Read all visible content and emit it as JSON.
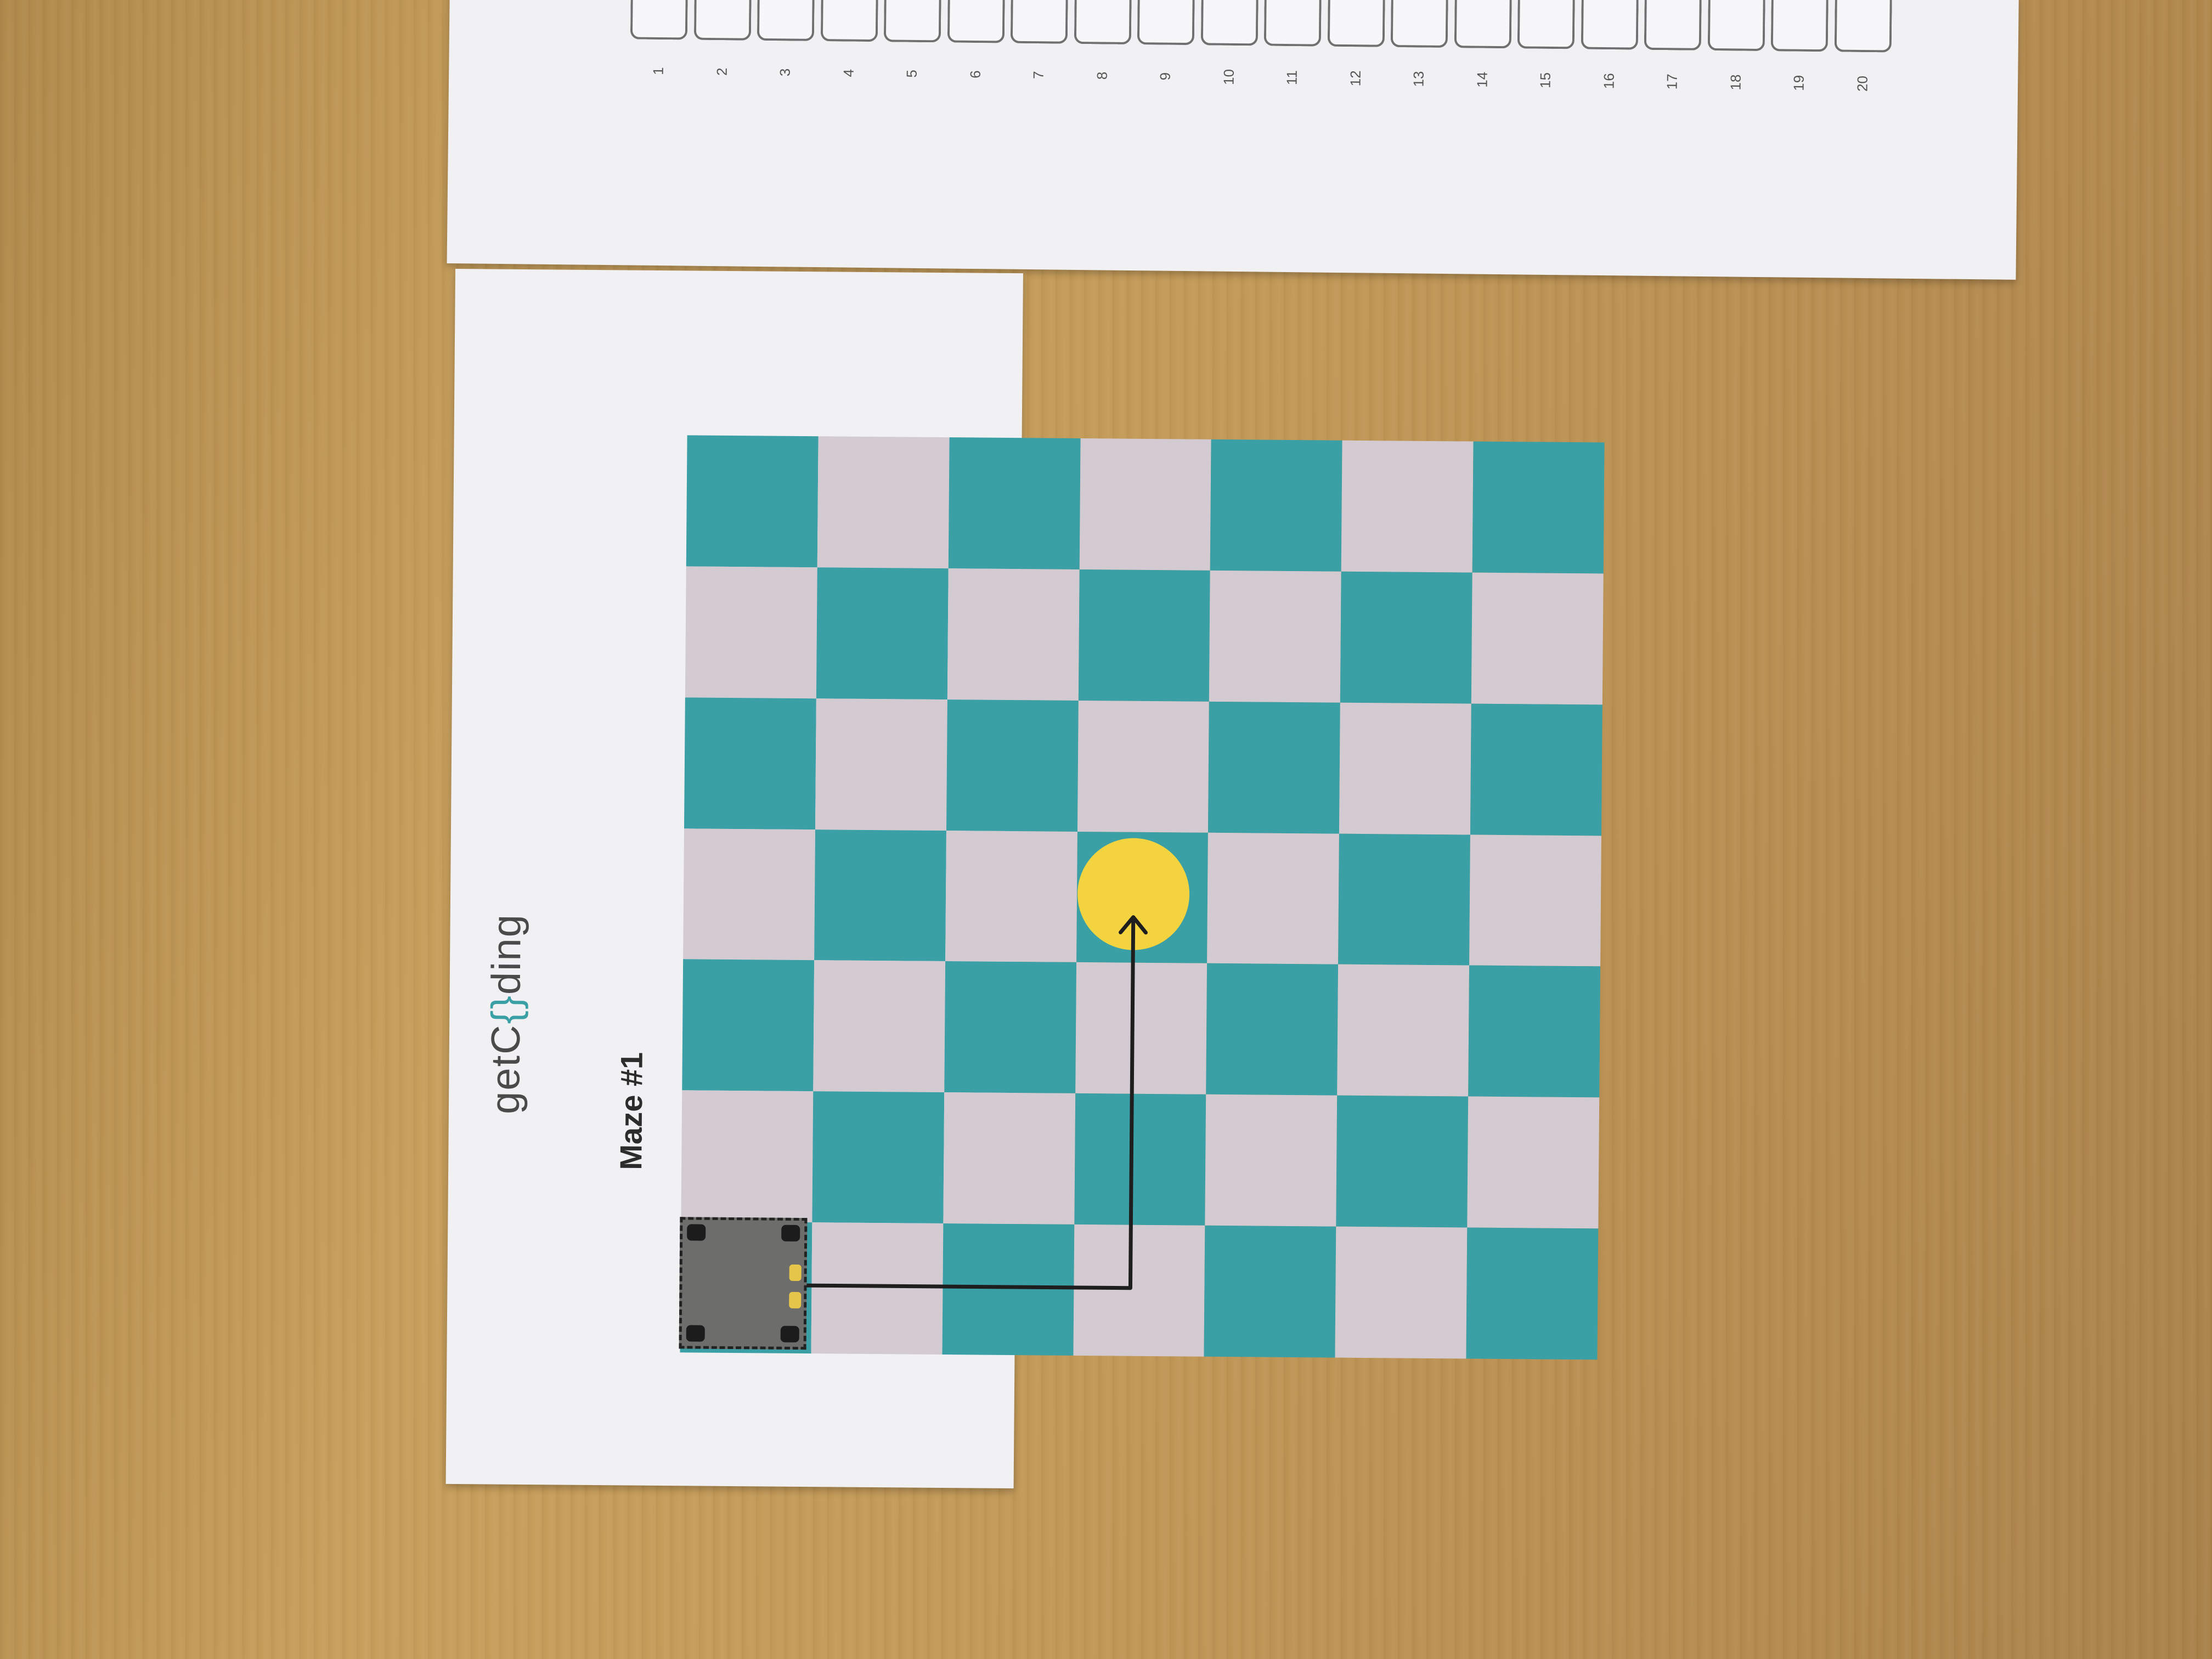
{
  "scene": {
    "top_sheet": {
      "slot_numbers": [
        "1",
        "2",
        "3",
        "4",
        "5",
        "6",
        "7",
        "8",
        "9",
        "10",
        "11",
        "12",
        "13",
        "14",
        "15",
        "16",
        "17",
        "18",
        "19",
        "20"
      ]
    },
    "maze_sheet": {
      "brand_prefix": "getC",
      "brand_highlight": "{}",
      "brand_suffix": "ding",
      "title": "Maze #1",
      "grid_rows": 7,
      "grid_cols": 7,
      "colors": {
        "teal": "#3b9fa6",
        "grey": "#d3cbd1",
        "goal": "#f3d33f",
        "path": "#1e1e1e"
      },
      "goal_icon": "yellow-circle-goal",
      "robot_icon": "robot-start-marker"
    }
  }
}
